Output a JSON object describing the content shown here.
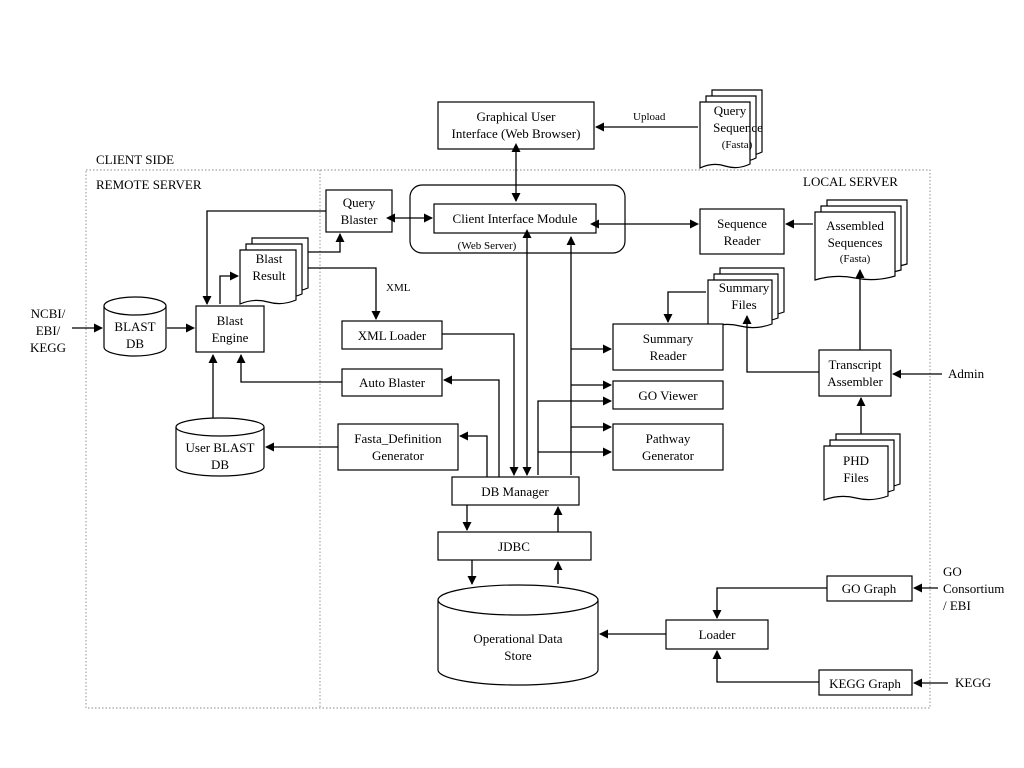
{
  "regions": {
    "client_side": "CLIENT SIDE",
    "remote_server": "REMOTE SERVER",
    "local_server": "LOCAL SERVER"
  },
  "nodes": {
    "gui": [
      "Graphical User",
      "Interface (Web Browser)"
    ],
    "query_sequence": [
      "Query",
      "Sequence",
      "(Fasta)"
    ],
    "upload": "Upload",
    "query_blaster": [
      "Query",
      "Blaster"
    ],
    "client_interface": "Client Interface Module",
    "web_server": "(Web Server)",
    "sequence_reader": [
      "Sequence",
      "Reader"
    ],
    "assembled_sequences": [
      "Assembled",
      "Sequences",
      "(Fasta)"
    ],
    "blast_result": [
      "Blast",
      "Result"
    ],
    "xml": "XML",
    "summary_files": [
      "Summary",
      "Files"
    ],
    "ncbi": [
      "NCBI/",
      "EBI/",
      "KEGG"
    ],
    "blast_db": [
      "BLAST",
      "DB"
    ],
    "blast_engine": [
      "Blast",
      "Engine"
    ],
    "xml_loader": "XML Loader",
    "summary_reader": [
      "Summary",
      "Reader"
    ],
    "transcript_assembler": [
      "Transcript",
      "Assembler"
    ],
    "admin": "Admin",
    "auto_blaster": "Auto Blaster",
    "go_viewer": "GO Viewer",
    "user_blast_db": [
      "User BLAST",
      "DB"
    ],
    "fasta_def": [
      "Fasta_Definition",
      "Generator"
    ],
    "pathway_generator": [
      "Pathway",
      "Generator"
    ],
    "phd_files": [
      "PHD",
      "Files"
    ],
    "db_manager": "DB Manager",
    "jdbc": "JDBC",
    "ods": [
      "Operational Data",
      "Store"
    ],
    "loader": "Loader",
    "go_graph": "GO Graph",
    "go_consortium": [
      "GO",
      "Consortium",
      "/ EBI"
    ],
    "kegg_graph": "KEGG Graph",
    "kegg": "KEGG"
  }
}
